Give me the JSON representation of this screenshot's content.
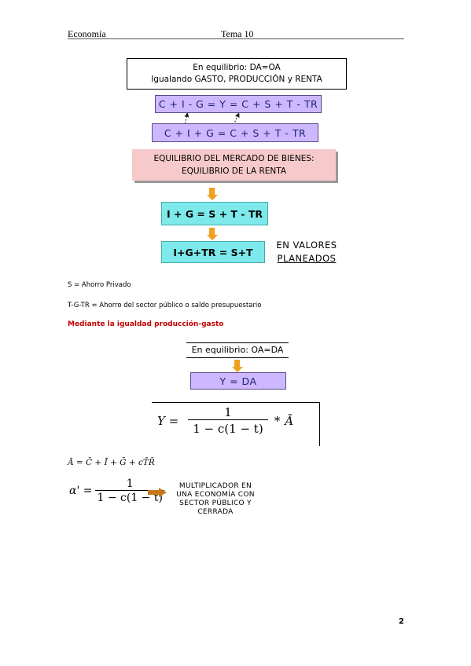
{
  "header": {
    "left": "Economía",
    "center": "Tema 10"
  },
  "diagram1": {
    "box1_line1": "En equilibrio:  DA=OA",
    "box1_line2": "Igualando GASTO, PRODUCCIÓN  y RENTA",
    "eq1": "C + I - G = Y = C + S + T - TR",
    "eq2": "C + I + G = C + S + T - TR",
    "pink_line1": "EQUILIBRIO DEL MERCADO DE BIENES:",
    "pink_line2": "EQUILIBRIO DE LA RENTA",
    "eq3": "I + G = S + T - TR",
    "eq4": "I+G+TR = S+T",
    "valores_line1": "EN VALORES",
    "valores_line2": "PLANEADOS"
  },
  "notes": {
    "s_def": "S = Ahorro Privado",
    "tgtr_def": "T-G-TR = Ahorro del sector público o saldo presupuestario",
    "mediante": "Mediante la igualdad producción-gasto"
  },
  "diagram2": {
    "equilibrio": "En equilibrio:  OA=DA",
    "y_da": "Y = DA"
  },
  "formula1": {
    "lhs": "Y =",
    "num": "1",
    "den": "1 − c(1 − t)",
    "star": "*",
    "abar": "Ā"
  },
  "abar_eq": "Ā = C̄ + Ī + Ḡ + cT̄R̄",
  "formula2": {
    "lhs": "α' =",
    "num": "1",
    "den": "1 − c(1 − t)"
  },
  "multiplicador": {
    "line1": "MULTIPLICADOR EN",
    "line2": "UNA ECONOMÍA CON",
    "line3": "SECTOR PÚBLICO Y",
    "line4": "CERRADA"
  },
  "page_number": "2",
  "colors": {
    "purple": "#cdb8ff",
    "pink": "#f6c9cb",
    "cyan": "#7ee9ea",
    "arrow": "#f0a020",
    "red": "#c00000"
  }
}
